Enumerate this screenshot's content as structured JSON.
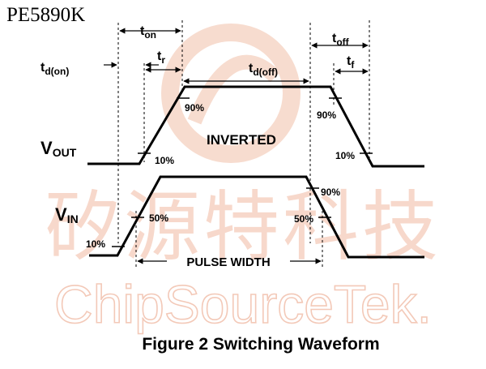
{
  "header": {
    "part_number": "PE5890K"
  },
  "watermark": {
    "chinese_text": "矽源特科技",
    "latin_text": "ChipSourceTek.",
    "color": "#f5d2c4"
  },
  "signals": {
    "vout_main": "V",
    "vout_sub": "OUT",
    "vout_mode": "INVERTED",
    "vin_main": "V",
    "vin_sub": "IN"
  },
  "timing": {
    "t_on_main": "t",
    "t_on_sub": "on",
    "t_r_main": "t",
    "t_r_sub": "r",
    "t_d_on_main": "t",
    "t_d_on_sub": "d(on)",
    "t_d_off_main": "t",
    "t_d_off_sub": "d(off)",
    "t_off_main": "t",
    "t_off_sub": "off",
    "t_f_main": "t",
    "t_f_sub": "f"
  },
  "levels": {
    "vout_90_left": "90%",
    "vout_10_left": "10%",
    "vout_90_right": "90%",
    "vout_10_right": "10%",
    "vin_50_left": "50%",
    "vin_10_left": "10%",
    "vin_90_right": "90%",
    "vin_50_right": "50%"
  },
  "pulse_width_label": "PULSE WIDTH",
  "caption": "Figure 2 Switching Waveform",
  "colors": {
    "waveform": "#000000",
    "watermark": "#f5d2c4",
    "background": "#ffffff"
  }
}
